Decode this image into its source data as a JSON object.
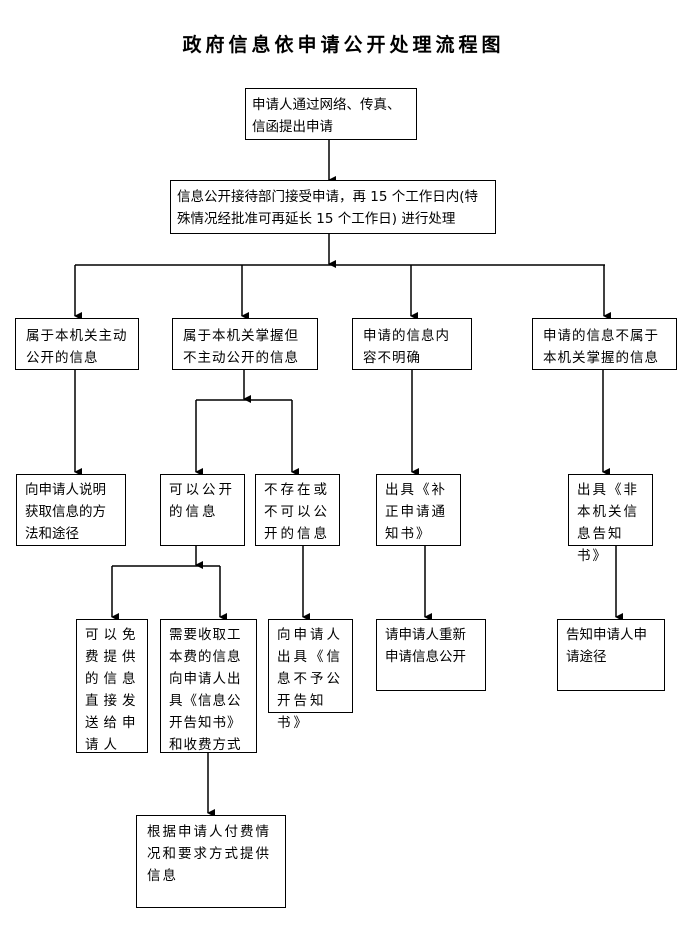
{
  "title": "政府信息依申请公开处理流程图",
  "nodes": {
    "apply": "申请人通过网络、传真、信函提出申请",
    "receive": "信息公开接待部门接受申请，再 15 个工作日内(特殊情况经批准可再延长 15 个工作日) 进行处理",
    "cat_active": "属于本机关主动公开的信息",
    "cat_held": "属于本机关掌握但不主动公开的信息",
    "cat_unclear": "申请的信息内容不明确",
    "cat_not_held": "申请的信息不属于本机关掌握的信息",
    "explain_method": "向申请人说明获取信息的方法和途径",
    "can_disclose": "可以公开的信息",
    "not_exist": "不存在或不可以公开的信息",
    "issue_correction": "出具《补正申请通知书》",
    "issue_non_agency": "出具《非本机关信息告知书》",
    "free_send": "可以免费提供的信息直接发送给申请人",
    "fee_required": "需要收取工本费的信息向申请人出具《信息公开告知书》和收费方式",
    "issue_refusal": "向申请人出具《信息不予公开告知书》",
    "reapply": "请申请人重新申请信息公开",
    "inform_route": "告知申请人申请途径",
    "provide_by_payment": "根据申请人付费情况和要求方式提供信息"
  }
}
